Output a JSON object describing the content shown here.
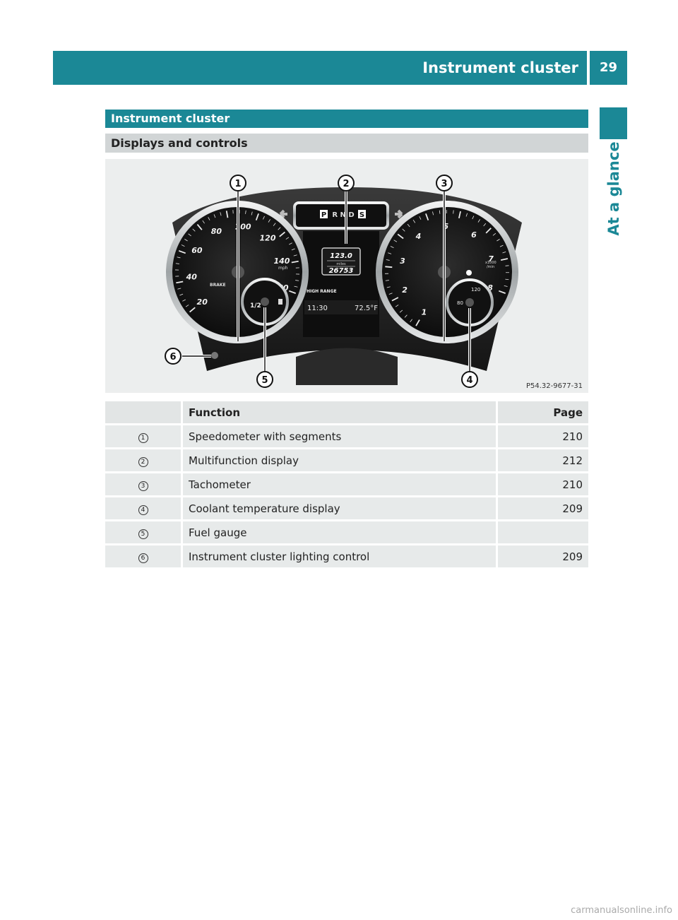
{
  "header": {
    "title": "Instrument cluster",
    "page_number": "29"
  },
  "side_tab": {
    "label": "At a glance"
  },
  "section": {
    "title": "Instrument cluster"
  },
  "subsection": {
    "title": "Displays and controls"
  },
  "figure": {
    "reference": "P54.32-9677-31",
    "callouts": [
      "1",
      "2",
      "3",
      "4",
      "5",
      "6"
    ],
    "speedometer_labels": [
      "20",
      "40",
      "60",
      "80",
      "100",
      "120",
      "140",
      "160"
    ],
    "speed_unit": "mph",
    "brake_label": "BRAKE",
    "tachometer_labels": [
      "1",
      "2",
      "3",
      "4",
      "5",
      "6",
      "7",
      "8"
    ],
    "tach_unit_top": "x1000",
    "tach_unit_bottom": "/min",
    "gear_indicator": {
      "p": "P",
      "rest": "R N D",
      "s": "S"
    },
    "display": {
      "trip": "123.0",
      "unit": "miles",
      "odometer": "26753",
      "mode": "HIGH RANGE",
      "time": "11:30",
      "temperature": "72.5°F"
    },
    "fuel_label": "1/2",
    "coolant_labels": [
      "120",
      "80"
    ],
    "colors": {
      "banner": "#1b8896",
      "dial": "#1a1a1a",
      "chrome": "#cfd2d3"
    }
  },
  "table": {
    "headers": {
      "function": "Function",
      "page": "Page"
    },
    "rows": [
      {
        "num": "1",
        "function": "Speedometer with segments",
        "page": "210"
      },
      {
        "num": "2",
        "function": "Multifunction display",
        "page": "212"
      },
      {
        "num": "3",
        "function": "Tachometer",
        "page": "210"
      },
      {
        "num": "4",
        "function": "Coolant temperature display",
        "page": "209"
      },
      {
        "num": "5",
        "function": "Fuel gauge",
        "page": ""
      },
      {
        "num": "6",
        "function": "Instrument cluster lighting control",
        "page": "209"
      }
    ]
  },
  "watermark": "carmanualsonline.info"
}
